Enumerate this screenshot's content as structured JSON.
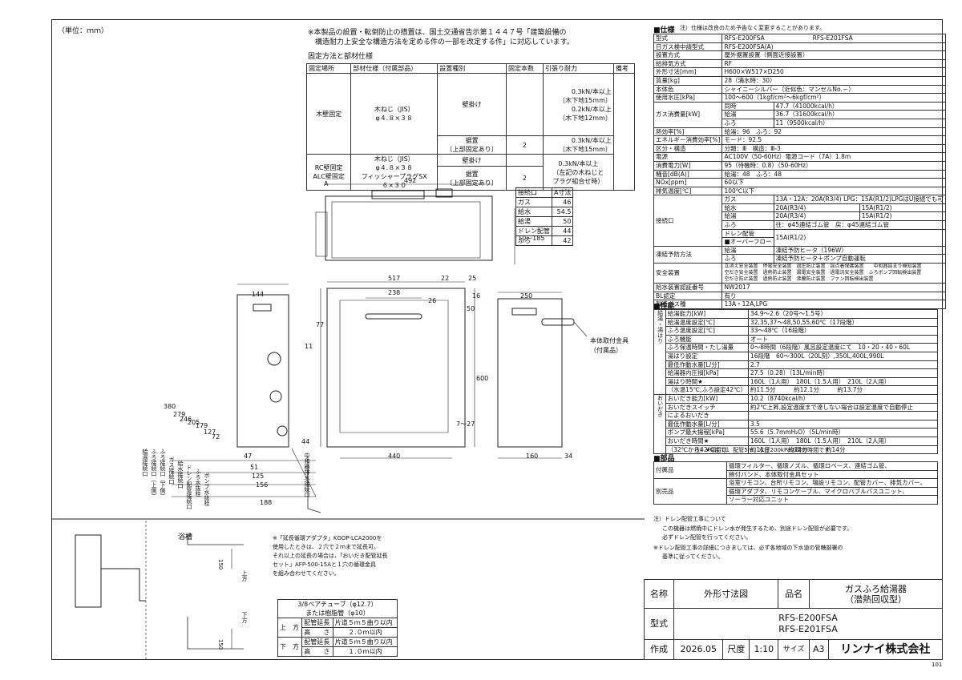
{
  "unit_note": "（単位：ｍｍ）",
  "fixing": {
    "note_line1": "※本製品の設置・転倒防止の措置は、国土交通省告示第１４４７号「建築設備の",
    "note_line2": "構造耐力上安全な構造方法を定める件の一部を改定する件」に対応しています。",
    "title": "固定方法と部材仕様",
    "headers": [
      "固定場所",
      "部材仕様（付属部品）",
      "設置種別",
      "固定本数",
      "引張り耐力",
      "備考"
    ],
    "wood_place": "木壁固定",
    "wood_part1": "木ねじ（JIS）",
    "wood_part2": "φ４.８×３８",
    "wall_hang": "壁掛け",
    "wood_force1a": "0.3kN/本以上",
    "wood_force1b": "〔木下地15mm〕",
    "wood_force1c": "0.2kN/本以上",
    "wood_force1d": "〔木下地12mm〕",
    "floor_type1": "据置",
    "floor_type2": "〔上部固定あり〕",
    "count2": "2",
    "wood_force2a": "0.3kN/本以上",
    "wood_force2b": "〔木下地15mm〕",
    "rc_place1": "RC壁固定",
    "rc_place2": "ALC壁固定",
    "rc_part1": "木ねじ（JIS）",
    "rc_part2": "φ４.８×３８",
    "rc_part3": "フィッシャープラグSX",
    "rc_part4": "６×３０",
    "rc_force_a": "0.3kN/本以上",
    "rc_force_b": "（左記の木ねじと",
    "rc_force_c": "プラグ組合せ時）"
  },
  "conn_table": {
    "headers": [
      "接続口",
      "A寸法"
    ],
    "rows": [
      [
        "ガス",
        "46"
      ],
      [
        "給水",
        "54.5"
      ],
      [
        "給湯",
        "50"
      ],
      [
        "ドレン配管",
        "44"
      ],
      [
        "ふろ",
        "42"
      ]
    ]
  },
  "dims": {
    "d492": "492",
    "d10_185": "10〜185",
    "dA": "A",
    "d517": "517",
    "d238": "238",
    "d26": "26",
    "d22": "22",
    "d25": "25",
    "d16": "16",
    "d250": "250",
    "d144": "144",
    "d77": "77",
    "d11": "11",
    "d50": "50",
    "d600": "600",
    "d7_27": "7〜27",
    "d380": "380",
    "d279": "279",
    "d246": "246",
    "d205": "205",
    "d179": "179",
    "d127": "127",
    "d72": "72",
    "d47": "47",
    "d51": "51",
    "d125": "125",
    "d156": "156",
    "d188": "188",
    "d44": "44",
    "d440": "440",
    "d160": "160",
    "d34": "34",
    "bracket1": "本体取付金具",
    "bracket2": "（付属品）",
    "drain_label": "中和器排水接続口",
    "port_labels": [
      "給湯接続口",
      "ふろ接続口（上側）",
      "ふろ接続口（下側）",
      "ガス接続口",
      "給水接続口",
      "ドレン配管接続口",
      "ふろ水抜栓",
      "ポンプ水抜栓"
    ]
  },
  "bath": {
    "label": "浴槽",
    "top": "上方",
    "bottom": "下方",
    "d150a": "150",
    "d150b": "150",
    "note1": "※「延長循環アダプタ」KGOP-LCA2000を",
    "note2": "使用したときは、２穴で２ｍまで延長可。",
    "note3": "それ以上の延長の場合は、「おいだき配管延長",
    "note4": "セット」AFP-500-15Aと１穴の循環金具",
    "note5": "を組み合わせてください。",
    "pipe_title1": "3/8ペアチューブ（φ12.7）",
    "pipe_title2": "または樹脂管（φ10）",
    "up_label": "上　方",
    "up_h1": "配管延長",
    "up_h2": "高　　さ",
    "up_v1": "片道５ｍ５曲り以内",
    "up_v2": "２.０ｍ以内",
    "dn_label": "下　方",
    "dn_h1": "配管延長",
    "dn_h2": "高　　さ",
    "dn_v1": "片道５ｍ５曲り以内",
    "dn_v2": "１.０ｍ以内"
  },
  "spec": {
    "title": "■仕様",
    "title_note": "注）仕様は改良のため予告なく変更することがあります。",
    "rows": [
      [
        "型式",
        "RFS-E200FSA　　　　　　　　RFS-E201FSA"
      ],
      [
        "日ガス検中請型式",
        "RFS-E200FSA(A)"
      ],
      [
        "設置方式",
        "屋外据置設置（側面近接設置）"
      ],
      [
        "給排気方式",
        "RF"
      ],
      [
        "外形寸法[mm]",
        "H600×W517×D250"
      ],
      [
        "質量[kg]",
        "28（満水時：30）"
      ],
      [
        "本体色",
        "シャイニーシルバー（近似色：マンセルNo.－）"
      ],
      [
        "使用水圧[kPa]",
        "100〜600（1kgf/cm²〜6kgf/cm²）"
      ]
    ],
    "gas_label": "ガス消費量[kW]",
    "gas_rows": [
      [
        "同時",
        "47.7（41000kcal/h）"
      ],
      [
        "給湯",
        "36.7（31600kcal/h）"
      ],
      [
        "ふろ",
        "11（9500kcal/h）"
      ]
    ],
    "rows2": [
      [
        "熱効率[%]",
        "給湯：96　ふろ：92"
      ],
      [
        "エネルギー消費効率[%]",
        "モード：92.5"
      ],
      [
        "区分・構造",
        "分類：Ⅲ　構造：Ⅲ-3"
      ],
      [
        "電源",
        "AC100V（50-60Hz）電源コード（7A）1.8m"
      ],
      [
        "消費電力[W]",
        "95（待機時：0.8）（50-60Hz）"
      ],
      [
        "騒音[dB(A)]",
        "給湯：48　ふろ：48"
      ],
      [
        "NOx[ppm]",
        "60以下"
      ],
      [
        "排気温度[℃]",
        "100℃以下"
      ]
    ],
    "conn_label": "接続口",
    "conn_rows": [
      [
        "ガス",
        "13A・12A：20A(R3/4)  LPG：15A(R1/2)LPGはU接続でも可"
      ],
      [
        "給水",
        "20A(R3/4)",
        "15A(R1/2)"
      ],
      [
        "給湯",
        "20A(R3/4)",
        "15A(R1/2)"
      ],
      [
        "ふろ",
        "往：φ45連結ゴム管　戻：φ45連結ゴム管"
      ],
      [
        "ドレン配管",
        "15A(R1/2)"
      ]
    ],
    "drain_sub": "■オーバーフロー",
    "freeze_label": "凍結予防方法",
    "freeze_rows": [
      [
        "給湯",
        "凍結予防ヒータ（196W）"
      ],
      [
        "ふろ",
        "凍結予防ヒータ＋ポンプ自動運転"
      ]
    ],
    "safety_label": "安全装置",
    "safety_lines": [
      "立消え安全装置　停電安全装置　過圧防止装置　誤点着保護装置　　中和器詰まり検知装置",
      "空だき安全装置　過熱防止装置　漏電安全装置　過電流安全装置　ふろポンプ回転検出装置",
      "空だき防止装置　過熱防止装置　沸騰防止装置　ファン回転検出装置"
    ],
    "rows3": [
      [
        "給水装置認証番号",
        "NW2017"
      ],
      [
        "BL認定",
        "有り"
      ],
      [
        "製造ガス種",
        "13A・12A,LPG"
      ]
    ]
  },
  "perf": {
    "title": "■性能",
    "side1": "給湯・湯はり",
    "side2": "おいだき",
    "rows": [
      [
        "給湯能力[kW]",
        "34.9〜2.6（20号〜1.5号）"
      ],
      [
        "給湯温度設定[℃]",
        "32,35,37〜48,50,55,60℃（17段階）"
      ],
      [
        "ふろ温度設定[℃]",
        "33〜48℃（16段階）"
      ],
      [
        "ふろ機能",
        "オート"
      ],
      [
        "ふろ保温時間・たし湯量",
        "0〜8時間（6段階）風呂設定温度にて　10・20・40・60L"
      ],
      [
        "湯はり設定",
        "16段階　60〜300L（20L刻）,350L,400L,990L"
      ],
      [
        "最低作動水量[L/分]",
        "2.7"
      ],
      [
        "給湯器内圧損[kPa]",
        "27.5（0.28）（13L/min時）"
      ],
      [
        "湯はり時間★",
        "160L（1人用）　180L（1.5人用）　210L（2人用）"
      ],
      [
        "（水温15℃,ふろ設定42℃）",
        "約11.5分　　　約12.1分　　　約13.7分"
      ],
      [
        "おいだき能力[kW]",
        "10.2（8740kcal/h）"
      ],
      [
        "おいだきスイッチ",
        "約2℃上昇,設定温度まで達しない場合は設定温度で自動停止"
      ],
      [
        "によるおいだき",
        ""
      ],
      [
        "最低作動水量[L/分]",
        "3.5"
      ],
      [
        "ポンプ最大揚程[kPa]",
        "55.6（5.7mmH₂O）（5L/min時）"
      ],
      [
        "おいだき時間★",
        "160L（1人用）　180L（1.5人用）　210L（2人用）"
      ],
      [
        "（32℃から42℃まで）",
        "約11分　　　約12分　　　約14分"
      ]
    ],
    "footnote": "注）★項目は、配管5m、水圧200kPaの時の時間です"
  },
  "parts": {
    "title": "■部品",
    "acc_label": "付属品",
    "acc1": "循環フィルター、循環ノズル、循環ロベース、連結ゴム管、",
    "acc2": "締付バンド、本体取付金具セット",
    "opt_label": "別売品",
    "opt1": "浴室リモコン、台所リモコン、増設リモコン、配管カバー、排気カバー、",
    "opt2": "循環アダプタ、リモコンケーブル、マイクロバブルバスユニット、",
    "opt3": "ソーラー対応ユニット"
  },
  "drain_note": {
    "l1": "注）ドレン配管工事について",
    "l2": "この機器は燃焼中にドレン水が発生するため、別途ドレン配管が必要です。",
    "l3": "必ずドレン配管を行ってください。",
    "l4": "※ドレン配管工事の詳細につきましては、必ず各地域の下水道の管轄部署の",
    "l5": "基準に従ってください。"
  },
  "titleblock": {
    "name_label": "名称",
    "name_value": "外形寸法図",
    "item_label": "品名",
    "item_value1": "ガスふろ給湯器",
    "item_value2": "（潜熱回収型）",
    "model_label": "型式",
    "model1": "RFS-E200FSA",
    "model2": "RFS-E201FSA",
    "made_label": "作成",
    "date": "2026.05",
    "scale_label": "尺度",
    "scale": "1:10",
    "size_label": "サイズ",
    "size": "A3",
    "company": "リンナイ株式会社",
    "page": "101"
  }
}
